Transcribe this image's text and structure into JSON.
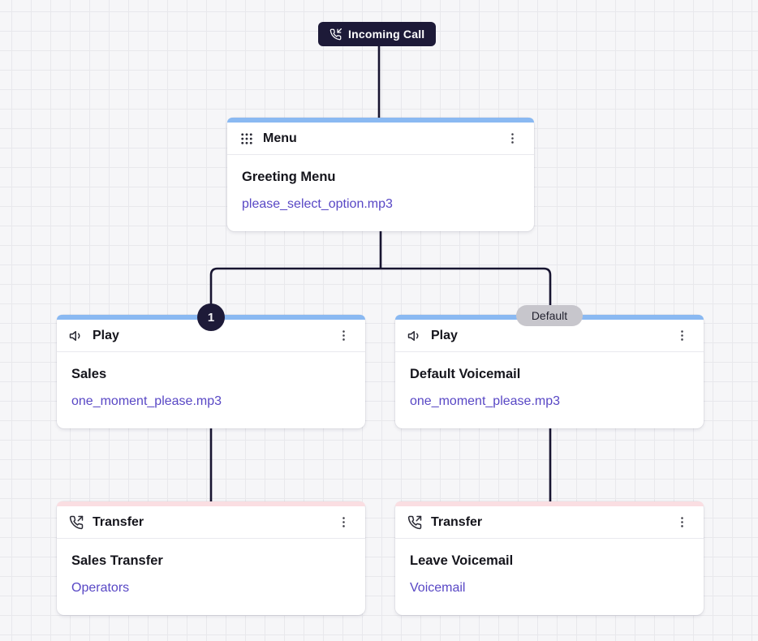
{
  "colors": {
    "accent_blue": "#8ab9f2",
    "accent_pink": "#fadee2",
    "node_dark": "#1d1a38",
    "connector_line": "#171430",
    "link_purple": "#5847c5",
    "edge_badge_gray": "#c7c6cc"
  },
  "edges": {
    "option_1_label": "1",
    "default_label": "Default"
  },
  "nodes": {
    "incoming_call": {
      "label": "Incoming Call"
    },
    "menu": {
      "type_label": "Menu",
      "name": "Greeting Menu",
      "audio_file": "please_select_option.mp3"
    },
    "play_sales": {
      "type_label": "Play",
      "name": "Sales",
      "audio_file": "one_moment_please.mp3"
    },
    "play_default": {
      "type_label": "Play",
      "name": "Default Voicemail",
      "audio_file": "one_moment_please.mp3"
    },
    "transfer_sales": {
      "type_label": "Transfer",
      "name": "Sales Transfer",
      "target": "Operators"
    },
    "transfer_voicemail": {
      "type_label": "Transfer",
      "name": "Leave Voicemail",
      "target": "Voicemail"
    }
  }
}
